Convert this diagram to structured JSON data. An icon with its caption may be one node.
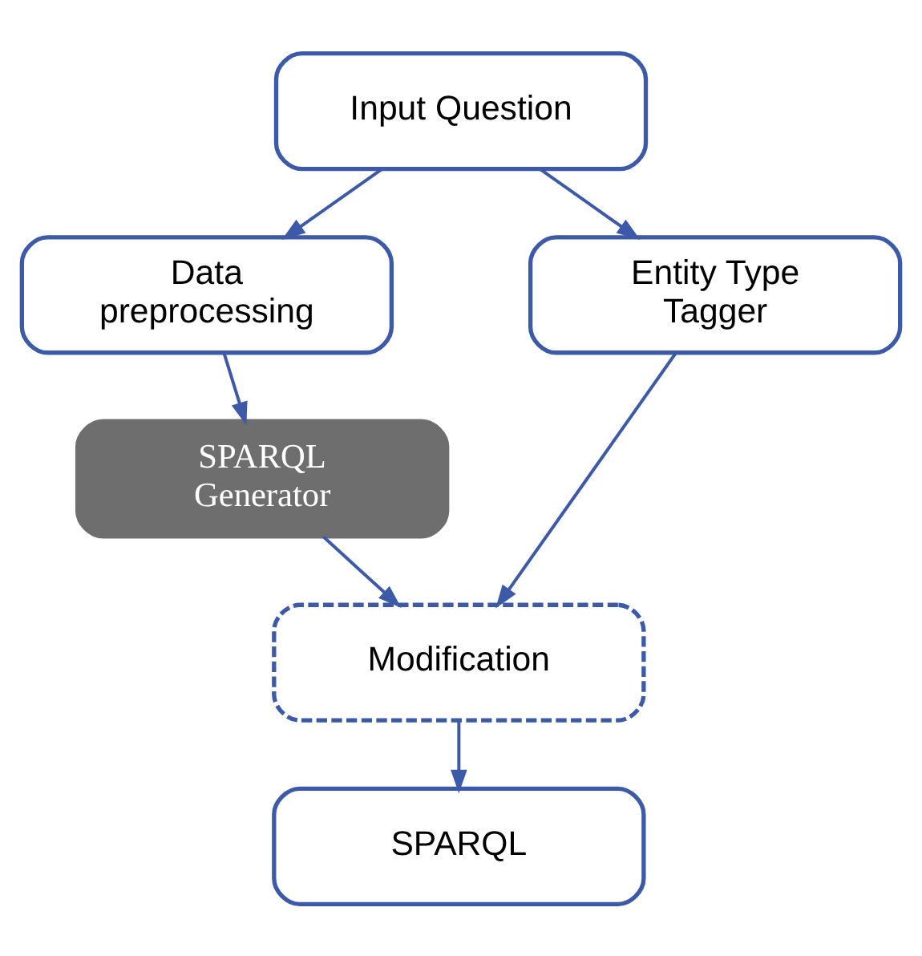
{
  "diagram": {
    "nodes": [
      {
        "text": [
          "Input Question"
        ]
      },
      {
        "text": [
          "Data preprocessing"
        ]
      },
      {
        "text": [
          "SPARQL Generator"
        ]
      },
      {
        "text": [
          "Modification"
        ]
      },
      {
        "text": [
          "SPARQL"
        ]
      },
      {
        "text": [
          "Entity Type Tagger"
        ]
      }
    ],
    "edges": [
      {
        "from": 0,
        "to": 1,
        "arrow": "to"
      },
      {
        "from": 1,
        "to": 2,
        "arrow": "to"
      },
      {
        "from": 2,
        "to": 3,
        "arrow": "to"
      },
      {
        "from": 3,
        "to": 4,
        "arrow": "to"
      },
      {
        "from": 0,
        "to": 5,
        "arrow": "to"
      },
      {
        "from": 5,
        "to": 3,
        "arrow": "to"
      }
    ]
  }
}
